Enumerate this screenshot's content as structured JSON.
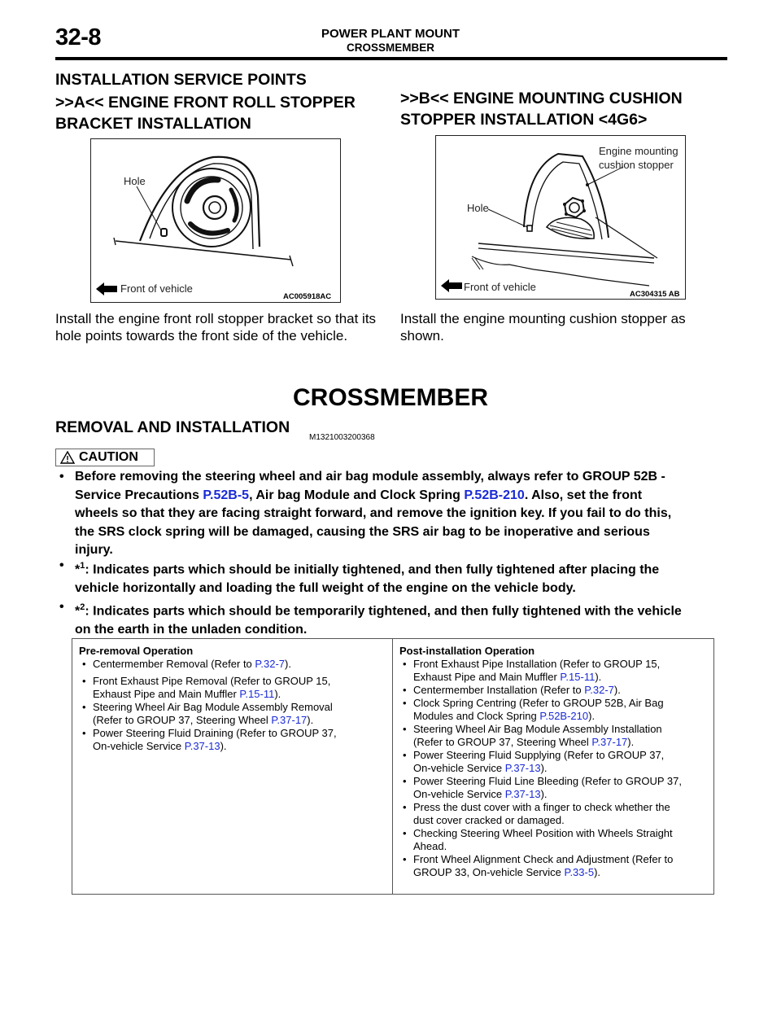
{
  "header": {
    "page_number": "32-8",
    "title": "POWER PLANT MOUNT",
    "subtitle": "CROSSMEMBER"
  },
  "install_points": {
    "heading": "INSTALLATION SERVICE POINTS",
    "a": {
      "title_line1": ">>A<< ENGINE FRONT ROLL STOPPER",
      "title_line2": "BRACKET INSTALLATION",
      "figure": {
        "label_hole": "Hole",
        "label_front": "Front of vehicle",
        "code": "AC005918AC"
      },
      "text_line1": "Install the engine front roll stopper bracket so that its",
      "text_line2": "hole points towards the front side of the vehicle."
    },
    "b": {
      "title_line1": ">>B<< ENGINE MOUNTING CUSHION",
      "title_line2": "STOPPER INSTALLATION <4G6>",
      "figure": {
        "label_stopper_1": "Engine mounting",
        "label_stopper_2": "cushion stopper",
        "label_hole": "Hole",
        "label_front": "Front of vehicle",
        "code": "AC304315 AB"
      },
      "text_line1": "Install the engine mounting cushion stopper as",
      "text_line2": "shown."
    }
  },
  "crossmember": {
    "title": "CROSSMEMBER",
    "subheading": "REMOVAL AND INSTALLATION",
    "code": "M1321003200368",
    "caution_label": "CAUTION",
    "bullet1": {
      "line1": "Before removing the steering wheel and air bag module assembly, always refer to GROUP 52B -",
      "line2_a": "Service Precautions ",
      "line2_link1": "P.52B-5",
      "line2_b": ", Air bag Module and Clock Spring ",
      "line2_link2": "P.52B-210",
      "line2_c": ". Also, set the front",
      "line3": "wheels so that they are facing straight forward, and remove the ignition key. If you fail to do this,",
      "line4": "the SRS clock spring will be damaged, causing the SRS air bag to be inoperative and serious",
      "line5": "injury."
    },
    "bullet2": {
      "mark": "*",
      "sup": "1",
      "line1": ": Indicates parts which should be initially tightened, and then fully tightened after placing the",
      "line2": "vehicle horizontally and loading the full weight of the engine on the vehicle body."
    },
    "bullet3": {
      "mark": "*",
      "sup": "2",
      "line1": ": Indicates parts which should be temporarily tightened, and then fully tightened with the vehicle",
      "line2": "on the earth in the unladen condition."
    }
  },
  "table": {
    "left_head": "Pre-removal Operation",
    "left": [
      {
        "l1": "Centermember Removal (Refer to ",
        "link": "P.32-7",
        "l1b": ").",
        "l2": ""
      },
      {
        "l1": "Front Exhaust Pipe Removal (Refer to GROUP 15,",
        "l2": "Exhaust Pipe and Main Muffler ",
        "link": "P.15-11",
        "l2b": ")."
      },
      {
        "l1": "Steering Wheel Air Bag Module Assembly Removal",
        "l2": "(Refer to GROUP 37, Steering Wheel ",
        "link": "P.37-17",
        "l2b": ")."
      },
      {
        "l1": "Power Steering Fluid Draining (Refer to GROUP 37,",
        "l2": "On-vehicle Service ",
        "link": "P.37-13",
        "l2b": ")."
      }
    ],
    "right_head": "Post-installation Operation",
    "right": [
      {
        "l1": "Front Exhaust Pipe Installation (Refer to GROUP 15,",
        "l2": "Exhaust Pipe and Main Muffler ",
        "link": "P.15-11",
        "l2b": ")."
      },
      {
        "l1": "Centermember Installation (Refer to ",
        "link": "P.32-7",
        "l1b": ").",
        "l2": ""
      },
      {
        "l1": "Clock Spring Centring (Refer to GROUP 52B, Air Bag",
        "l2": "Modules and Clock Spring ",
        "link": "P.52B-210",
        "l2b": ")."
      },
      {
        "l1": "Steering Wheel Air Bag Module Assembly Installation",
        "l2": "(Refer to GROUP 37, Steering Wheel ",
        "link": "P.37-17",
        "l2b": ")."
      },
      {
        "l1": "Power Steering Fluid Supplying (Refer to GROUP 37,",
        "l2": "On-vehicle Service ",
        "link": "P.37-13",
        "l2b": ")."
      },
      {
        "l1": "Power Steering Fluid Line Bleeding (Refer to GROUP 37,",
        "l2": "On-vehicle Service ",
        "link": "P.37-13",
        "l2b": ")."
      },
      {
        "l1": "Press the dust cover with a finger to check whether the",
        "l2": "dust cover cracked or damaged."
      },
      {
        "l1": "Checking Steering Wheel Position with Wheels Straight",
        "l2": "Ahead."
      },
      {
        "l1": "Front Wheel Alignment Check and Adjustment (Refer to",
        "l2": "GROUP 33, On-vehicle Service ",
        "link": "P.33-5",
        "l2b": ")."
      }
    ]
  }
}
